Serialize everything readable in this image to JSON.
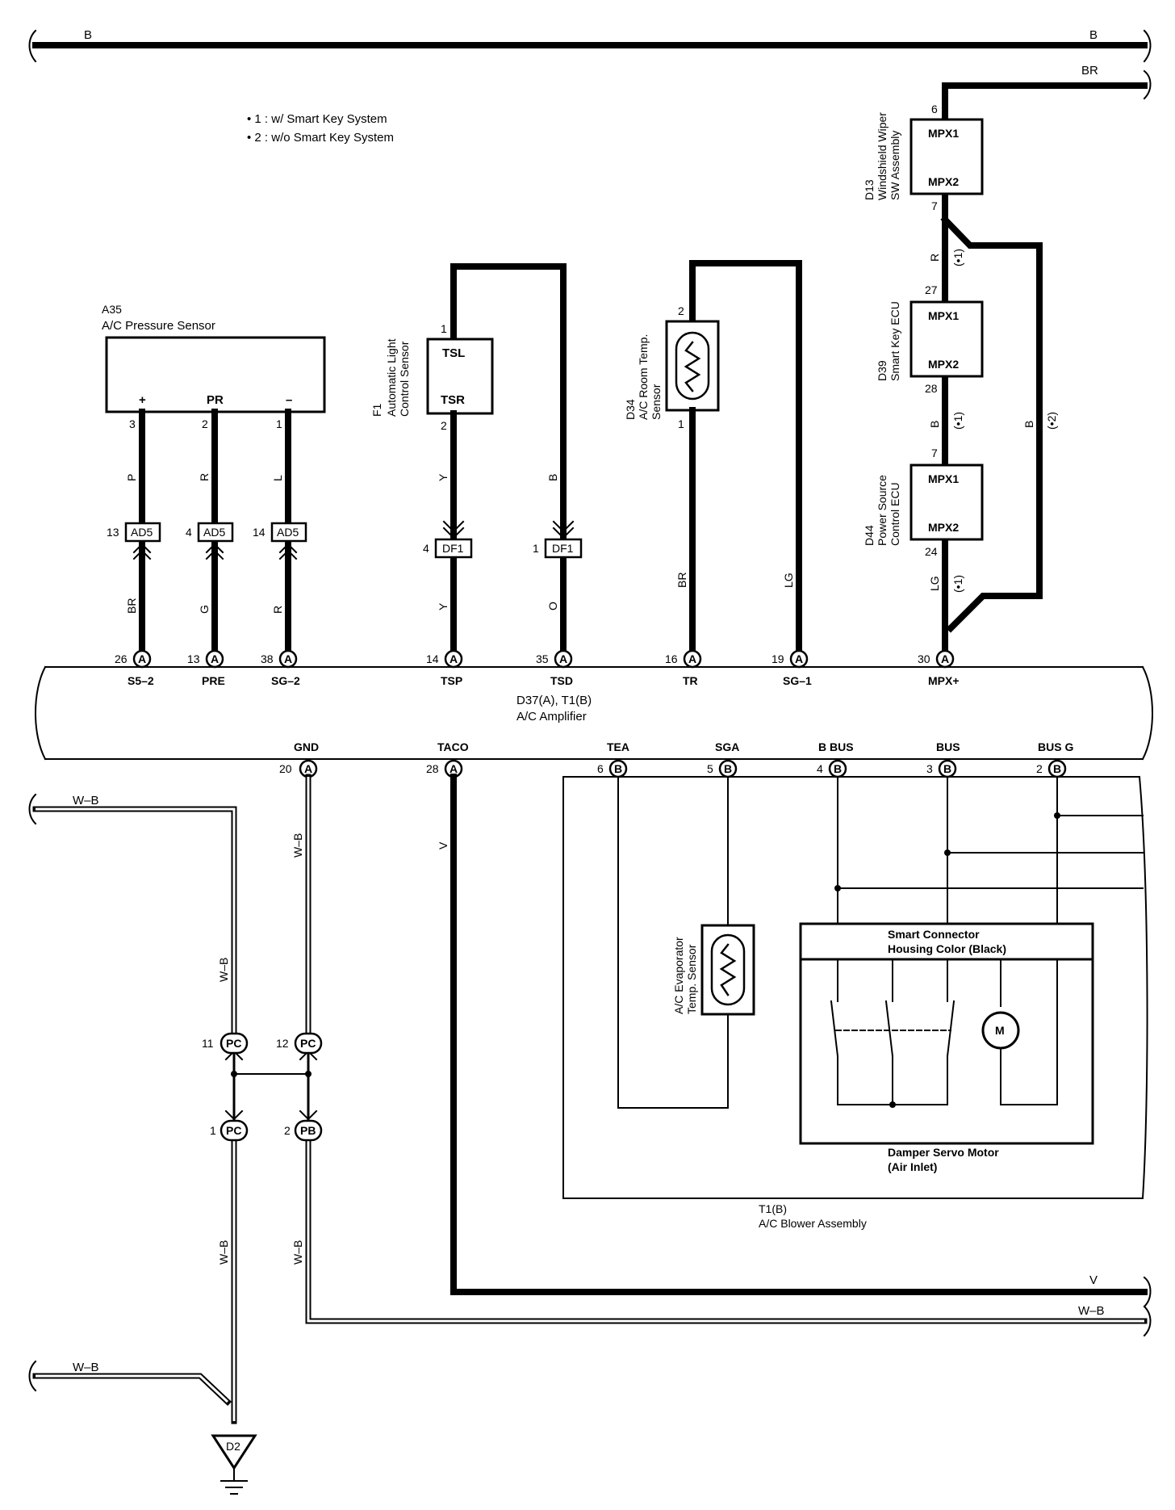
{
  "legend": {
    "line1": "• 1 : w/ Smart Key System",
    "line2": "• 2 : w/o Smart Key System"
  },
  "bus_wires": {
    "top_b_left": "B",
    "top_b_right": "B",
    "br": "BR",
    "v": "V",
    "wb_bottom": "W–B",
    "wb_left_top": "W–B",
    "wb_left_bottom": "W–B"
  },
  "a35": {
    "id": "A35",
    "name": "A/C Pressure Sensor",
    "pins": [
      {
        "label": "+",
        "num": "3",
        "wire": "P",
        "jnum": "13",
        "jconn": "AD5",
        "wire2": "BR",
        "apin": "26",
        "aname": "S5–2"
      },
      {
        "label": "PR",
        "num": "2",
        "wire": "R",
        "jnum": "4",
        "jconn": "AD5",
        "wire2": "G",
        "apin": "13",
        "aname": "PRE"
      },
      {
        "label": "–",
        "num": "1",
        "wire": "L",
        "jnum": "14",
        "jconn": "AD5",
        "wire2": "R",
        "apin": "38",
        "aname": "SG–2"
      }
    ]
  },
  "f1": {
    "id": "F1",
    "line1": "Automatic Light",
    "line2": "Control Sensor",
    "tsl": "TSL",
    "tsr": "TSR",
    "pin_tsl": "1",
    "pin_tsr": "2",
    "wire_y": "Y",
    "wire_b": "B",
    "j_tsp_num": "4",
    "j_tsd_num": "1",
    "j_conn": "DF1",
    "wire_y2": "Y",
    "wire_o": "O",
    "apin_tsp": "14",
    "aname_tsp": "TSP",
    "apin_tsd": "35",
    "aname_tsd": "TSD"
  },
  "d34": {
    "id": "D34",
    "line1": "A/C Room Temp.",
    "line2": "Sensor",
    "pin_top": "2",
    "pin_bottom": "1",
    "wire_br": "BR",
    "wire_lg": "LG",
    "apin_tr": "16",
    "aname_tr": "TR",
    "apin_sg1": "19",
    "aname_sg1": "SG–1"
  },
  "mpx": {
    "d13_id": "D13",
    "d13_line1": "Windshield Wiper",
    "d13_line2": "SW Assembly",
    "d39_id": "D39",
    "d39_line1": "Smart Key ECU",
    "d44_id": "D44",
    "d44_line1": "Power Source",
    "d44_line2": "Control ECU",
    "mpx1": "MPX1",
    "mpx2": "MPX2",
    "pin6": "6",
    "pin7a": "7",
    "pin27": "27",
    "pin28": "28",
    "pin7b": "7",
    "pin24": "24",
    "wire_r": "R",
    "wire_b": "B",
    "wire_lg": "LG",
    "wire_b2": "B",
    "n1": "(•1)",
    "n2": "(•2)",
    "apin": "30",
    "aname": "MPX+"
  },
  "amplifier": {
    "line1": "D37(A), T1(B)",
    "line2": "A/C Amplifier",
    "conn_a": "A",
    "conn_b": "B"
  },
  "bottom_pins": [
    {
      "name": "GND",
      "num": "20",
      "conn": "A"
    },
    {
      "name": "TACO",
      "num": "28",
      "conn": "A"
    },
    {
      "name": "TEA",
      "num": "6",
      "conn": "B"
    },
    {
      "name": "SGA",
      "num": "5",
      "conn": "B"
    },
    {
      "name": "B BUS",
      "num": "4",
      "conn": "B"
    },
    {
      "name": "BUS",
      "num": "3",
      "conn": "B"
    },
    {
      "name": "BUS G",
      "num": "2",
      "conn": "B"
    }
  ],
  "ground": {
    "wire_wb1": "W–B",
    "wire_wb2": "W–B",
    "wire_wb3": "W–B",
    "wire_wb4": "W–B",
    "wire_v": "V",
    "pc11": "11",
    "pc12": "12",
    "pc1": "1",
    "pb2": "2",
    "pc": "PC",
    "pb": "PB",
    "d2": "D2"
  },
  "blower": {
    "evap_line1": "A/C Evaporator",
    "evap_line2": "Temp. Sensor",
    "smart_line1": "Smart Connector",
    "smart_line2": "Housing Color (Black)",
    "motor": "M",
    "servo_line1": "Damper Servo Motor",
    "servo_line2": "(Air Inlet)",
    "asm_line1": "T1(B)",
    "asm_line2": "A/C Blower Assembly"
  }
}
